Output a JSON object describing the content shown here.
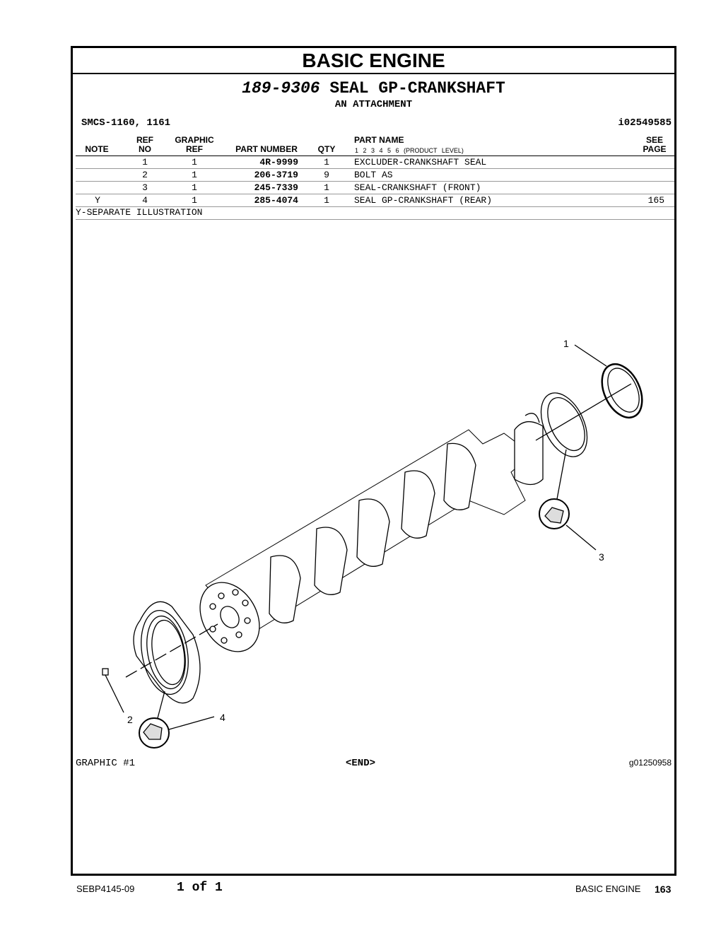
{
  "section_title": "BASIC ENGINE",
  "group": {
    "part_number": "189-9306",
    "name": "SEAL GP-CRANKSHAFT",
    "subtitle": "AN ATTACHMENT"
  },
  "smcs": "SMCS-1160, 1161",
  "illustration_id": "i02549585",
  "columns": {
    "note": "NOTE",
    "ref_top": "REF",
    "ref_bottom": "NO",
    "graphic_top": "GRAPHIC",
    "graphic_bottom": "REF",
    "part_number": "PART NUMBER",
    "qty": "QTY",
    "part_name": "PART NAME",
    "product_level": "1  2  3  4  5  6  (PRODUCT LEVEL)",
    "see_top": "SEE",
    "see_bottom": "PAGE"
  },
  "rows": [
    {
      "note": "",
      "ref": "1",
      "graphic": "1",
      "part_number": "4R-9999",
      "qty": "1",
      "name": "EXCLUDER-CRANKSHAFT SEAL",
      "see": ""
    },
    {
      "note": "",
      "ref": "2",
      "graphic": "1",
      "part_number": "206-3719",
      "qty": "9",
      "name": "BOLT AS",
      "see": ""
    },
    {
      "note": "",
      "ref": "3",
      "graphic": "1",
      "part_number": "245-7339",
      "qty": "1",
      "name": "SEAL-CRANKSHAFT (FRONT)",
      "see": ""
    },
    {
      "note": "Y",
      "ref": "4",
      "graphic": "1",
      "part_number": "285-4074",
      "qty": "1",
      "name": "SEAL GP-CRANKSHAFT (REAR)",
      "see": "165"
    }
  ],
  "notes": "Y-SEPARATE ILLUSTRATION",
  "callouts": [
    "1",
    "2",
    "3",
    "4"
  ],
  "graphic_label": "GRAPHIC #1",
  "end_marker": "<END>",
  "graphic_id": "g01250958",
  "footer": {
    "doc": "SEBP4145-09",
    "pages": "1 of 1",
    "section": "BASIC ENGINE",
    "page_no": "163"
  }
}
